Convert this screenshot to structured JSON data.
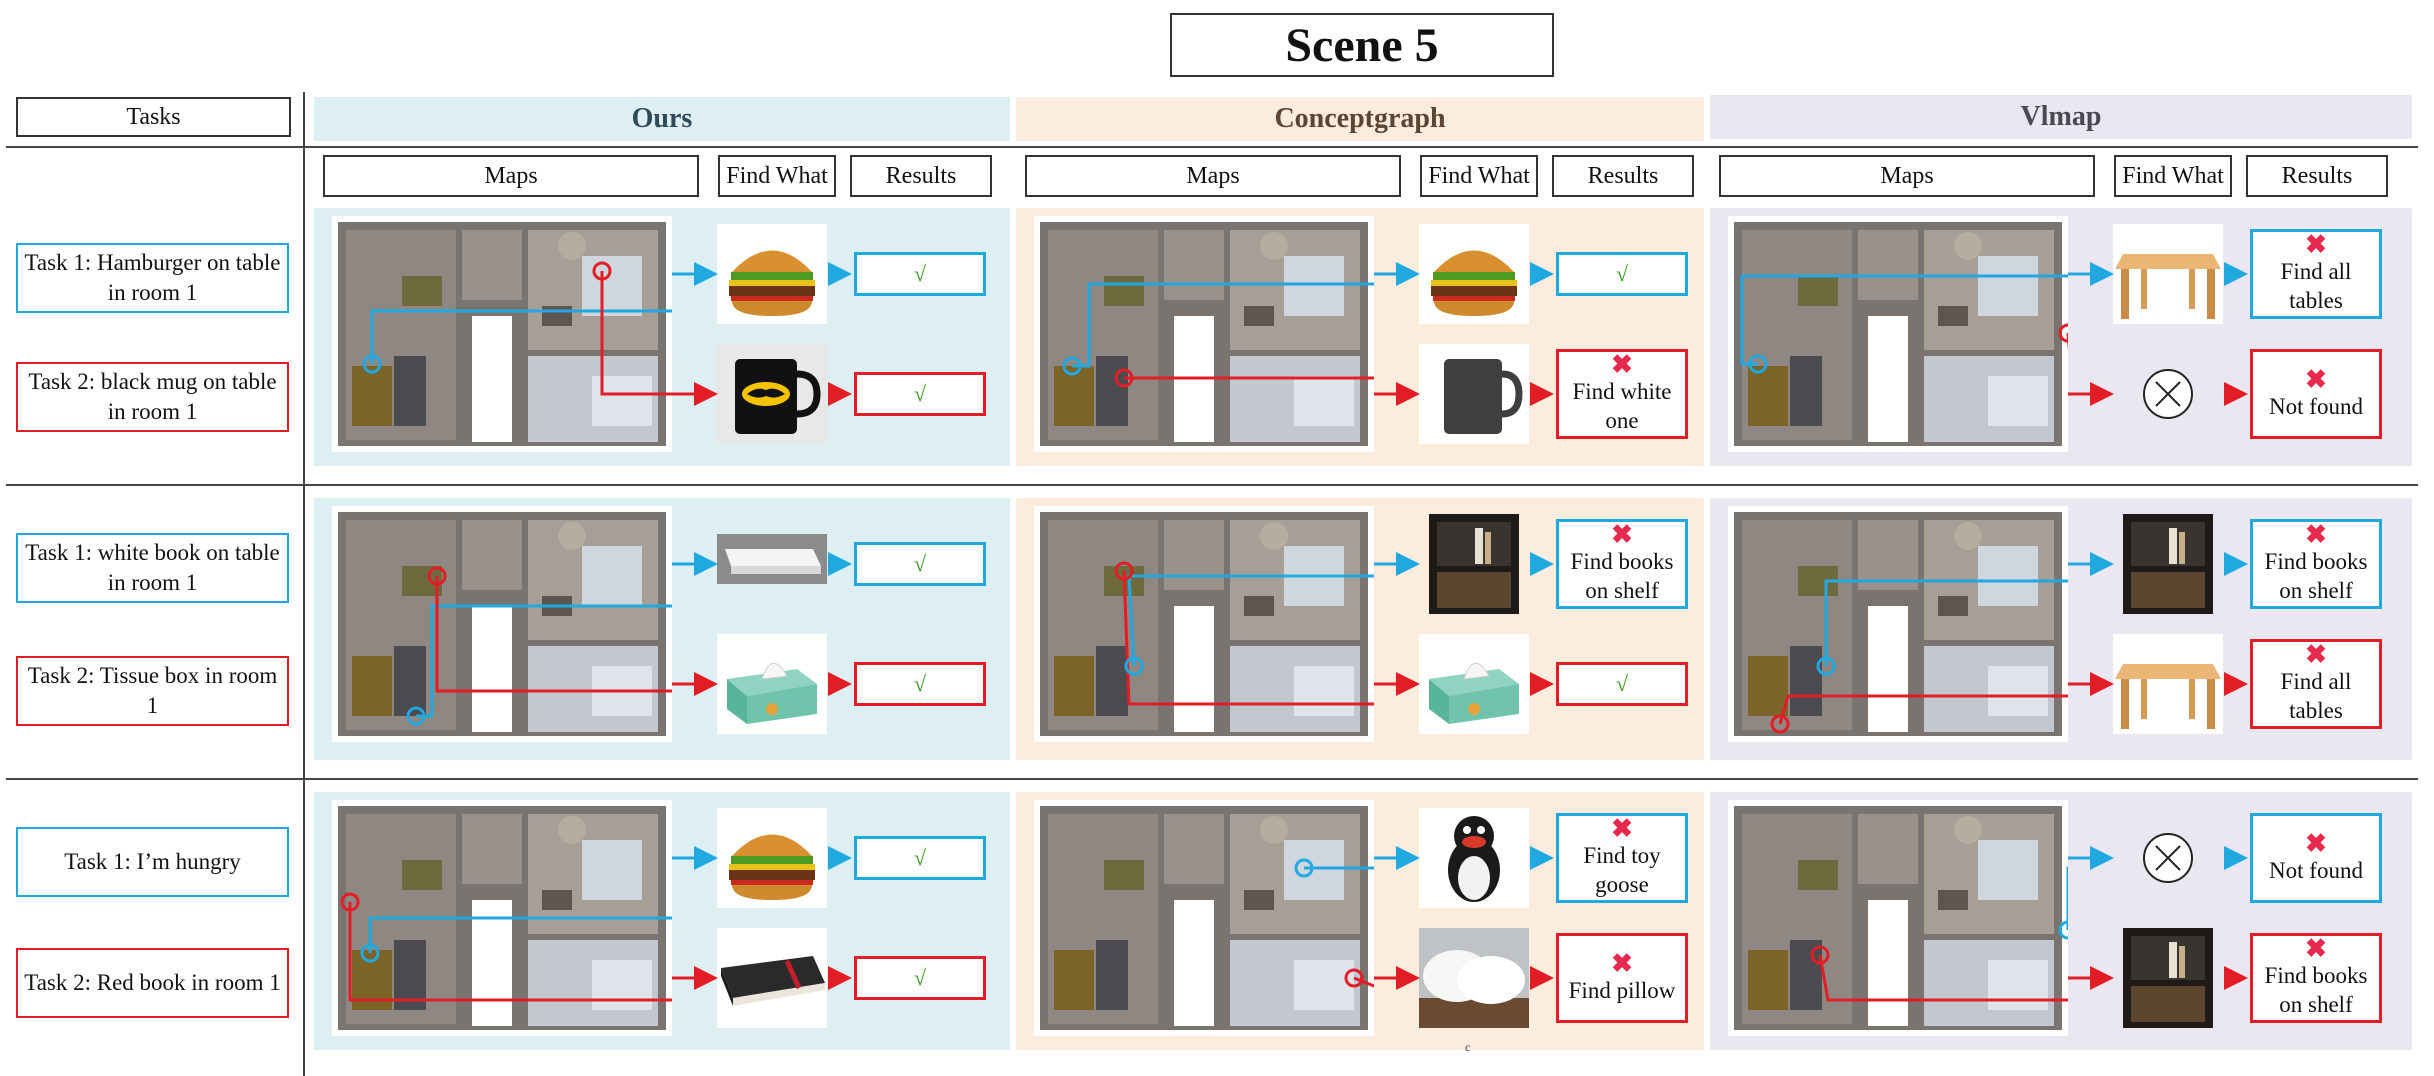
{
  "title": "Scene 5",
  "tasks_header": "Tasks",
  "methods": [
    {
      "name": "Ours",
      "color": "#2f4b5a",
      "bg": "#ddeff2"
    },
    {
      "name": "Conceptgraph",
      "color": "#5a4632",
      "bg": "#fcecde"
    },
    {
      "name": "Vlmap",
      "color": "#4a4a55",
      "bg": "#eae7f0"
    }
  ],
  "sub_headers": {
    "maps": "Maps",
    "find_what": "Find What",
    "results": "Results"
  },
  "colors": {
    "task1": "#20a8e0",
    "task2": "#e21d25",
    "check": "#3a9a1e",
    "cross": "#e8294f"
  },
  "rows": [
    {
      "task1": "Task 1: Hamburger on table in room 1",
      "task2": "Task 2: black mug on table in room 1",
      "results": [
        {
          "find1": "hamburger",
          "res1": {
            "mark": "check",
            "text": "√"
          },
          "find2": "black-mug",
          "res2": {
            "mark": "check",
            "text": "√"
          }
        },
        {
          "find1": "hamburger",
          "res1": {
            "mark": "check",
            "text": "√"
          },
          "find2": "gray-mug",
          "res2": {
            "mark": "cross",
            "text": "Find white one"
          }
        },
        {
          "find1": "table",
          "res1": {
            "mark": "cross",
            "text": "Find all tables"
          },
          "find2": "not-found",
          "res2": {
            "mark": "cross",
            "text": "Not found"
          }
        }
      ]
    },
    {
      "task1": "Task 1: white book on table in room 1",
      "task2": "Task 2: Tissue box in room 1",
      "results": [
        {
          "find1": "white-book",
          "res1": {
            "mark": "check",
            "text": "√"
          },
          "find2": "tissue-box",
          "res2": {
            "mark": "check",
            "text": "√"
          }
        },
        {
          "find1": "bookshelf",
          "res1": {
            "mark": "cross",
            "text": "Find books on shelf"
          },
          "find2": "tissue-box",
          "res2": {
            "mark": "check",
            "text": "√"
          }
        },
        {
          "find1": "bookshelf",
          "res1": {
            "mark": "cross",
            "text": "Find books on shelf"
          },
          "find2": "table",
          "res2": {
            "mark": "cross",
            "text": "Find all tables"
          }
        }
      ]
    },
    {
      "task1": "Task 1: I’m hungry",
      "task2": "Task 2:  Red book in room 1",
      "results": [
        {
          "find1": "hamburger",
          "res1": {
            "mark": "check",
            "text": "√"
          },
          "find2": "red-book",
          "res2": {
            "mark": "check",
            "text": "√"
          }
        },
        {
          "find1": "toy-goose",
          "res1": {
            "mark": "cross",
            "text": "Find toy goose"
          },
          "find2": "pillow",
          "res2": {
            "mark": "cross",
            "text": "Find pillow"
          }
        },
        {
          "find1": "not-found",
          "res1": {
            "mark": "cross",
            "text": "Not found"
          },
          "find2": "bookshelf",
          "res2": {
            "mark": "cross",
            "text": "Find books on shelf"
          }
        }
      ]
    }
  ],
  "footer_mark": "c"
}
